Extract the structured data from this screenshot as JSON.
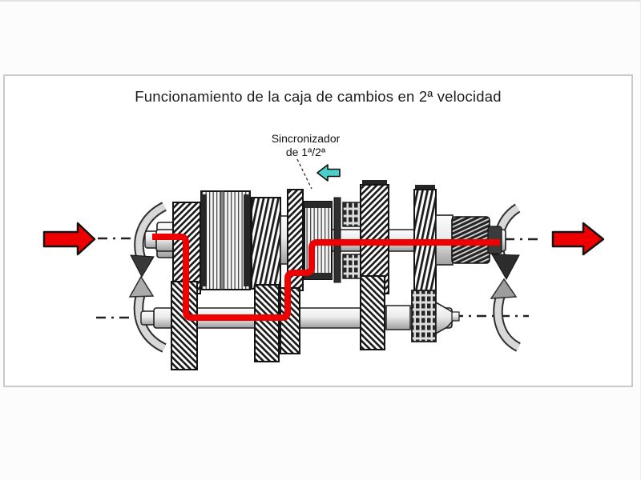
{
  "title": "Funcionamiento de la caja de cambios en 2ª velocidad",
  "labels": {
    "synchronizer_line1": "Sincronizador",
    "synchronizer_line2": "de 1ª/2ª"
  },
  "colors": {
    "flow_red": "#ee0000",
    "synchro_cyan": "#4ccfc9",
    "panel_border": "#c9c9ce"
  },
  "icons": {
    "input_arrow": "right-arrow",
    "output_arrow": "right-arrow",
    "synchronizer_pointer": "left-arrow",
    "rotation_indicators": "curved-rotation-arrow"
  }
}
